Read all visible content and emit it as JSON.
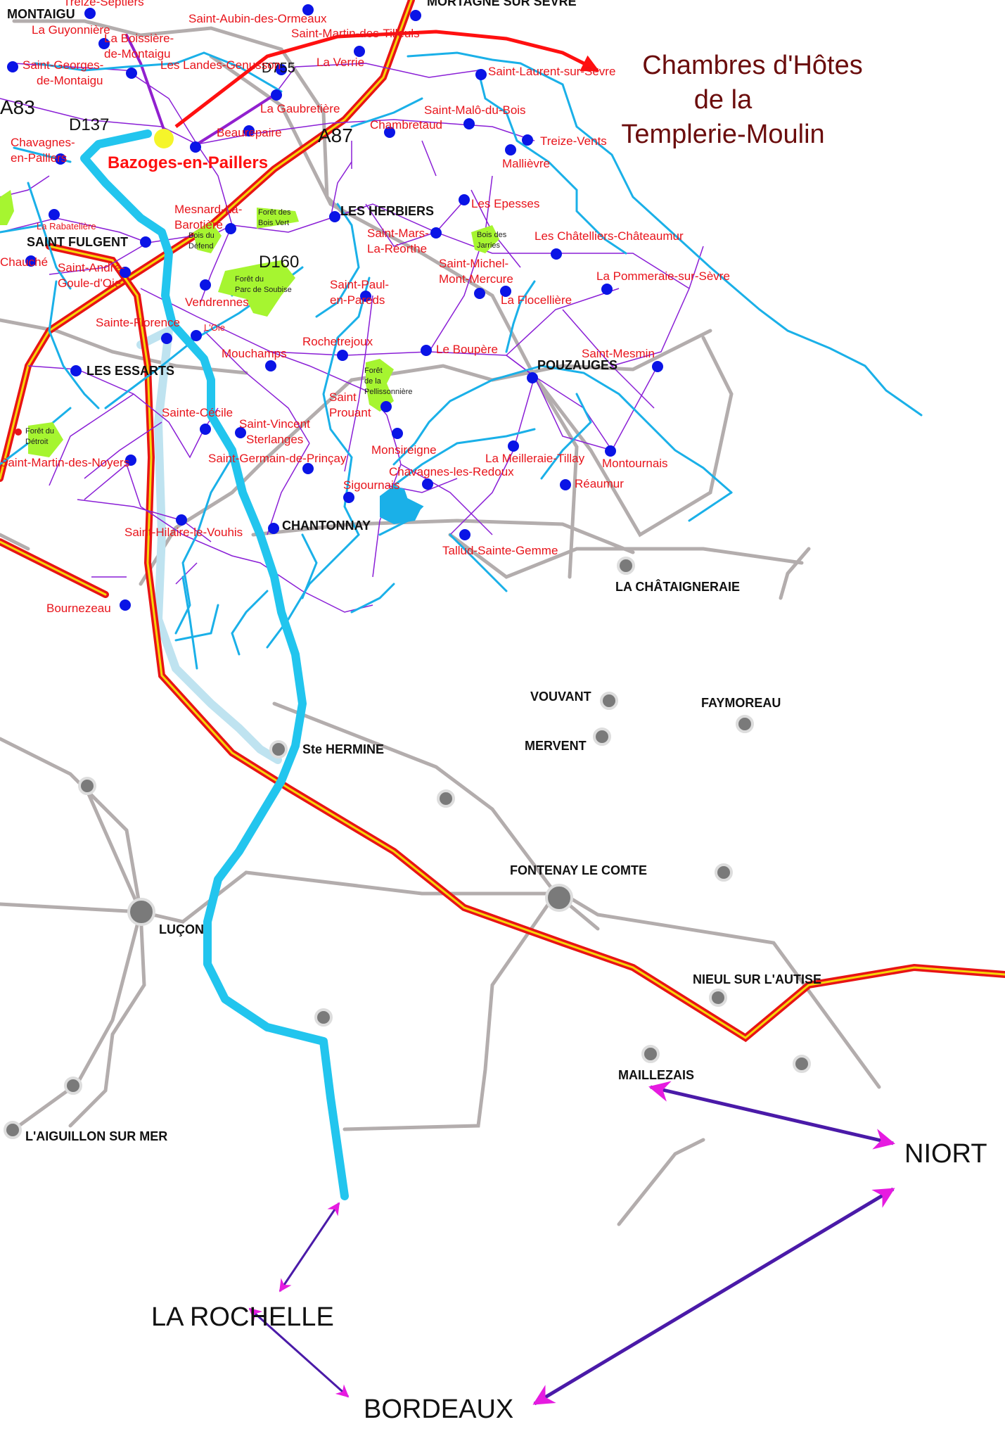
{
  "title": {
    "line1": "Chambres d'Hôtes",
    "line2": "de la",
    "line3": "Templerie-Moulin"
  },
  "start_point": "Bazoges-en-Paillers",
  "colors": {
    "village_label": "#e8141b",
    "village_dot": "#0a14e6",
    "river": "#1ab0e8",
    "route": "#22c5ee",
    "motorway_outer": "#e81414",
    "motorway_inner": "#f5d60a",
    "minor_road": "#8a1fd6",
    "main_road": "#b3adad",
    "forest": "#a6f530",
    "title": "#6b0d0d",
    "arrow": "#4a1aa8",
    "arrow_head": "#e61be0",
    "city_dot": "#7a7a7a"
  },
  "roads": [
    "A83",
    "A87",
    "D137",
    "D160",
    "D755"
  ],
  "villages": [
    "Treize-Septiers",
    "La Guyonnière",
    "La Boissière-",
    "de-Montaigu",
    "Saint-Georges-",
    "de-Montaigu",
    "Saint-Aubin-des-Ormeaux",
    "Saint-Martin-des-Tilleuls",
    "La Verrie",
    "Les Landes-Genusson",
    "Saint-Laurent-sur-Sèvre",
    "La Gaubretière",
    "Saint-Malô-du-Bois",
    "Chambretaud",
    "Beaurepaire",
    "Treize-Vents",
    "Mallièvre",
    "Chavagnes-",
    "en-Paillers",
    "Les Epesses",
    "Mesnard-La-",
    "Barotière",
    "Saint-Mars-",
    "La-Réorthe",
    "Les Châtelliers-Châteaumur",
    "La Rabatelière",
    "Chauché",
    "Saint-André-",
    "Goule-d'Oie",
    "Saint-Michel-",
    "Mont-Mercure",
    "La Pommeraie-sur-Sèvre",
    "Saint-Paul-",
    "en-Pareds",
    "La Flocellière",
    "Vendrennes",
    "Sainte-Florence",
    "L'Oie",
    "Mouchamps",
    "Rochetrejoux",
    "Le Boupère",
    "Saint-Mesmin",
    "Sainte-Cécile",
    "Saint-Vincent",
    "Sterlanges",
    "Saint",
    "Prouant",
    "Saint-Martin-des-Noyers",
    "Saint-Germain-de-Prinçay",
    "Monsireigne",
    "La Meilleraie-Tillay",
    "Montournais",
    "Chavagnes-les-Redoux",
    "Sigournais",
    "Réaumur",
    "Saint-Hilaire-le-Vouhis",
    "Tallud-Sainte-Gemme",
    "Bournezeau"
  ],
  "towns": [
    "MONTAIGU",
    "MORTAGNE SUR SEVRE",
    "LES HERBIERS",
    "SAINT FULGENT",
    "POUZAUGES",
    "LES ESSARTS",
    "CHANTONNAY",
    "LA CHÂTAIGNERAIE",
    "VOUVANT",
    "FAYMOREAU",
    "MERVENT",
    "Ste HERMINE",
    "FONTENAY LE COMTE",
    "LUÇON",
    "NIEUL SUR L'AUTISE",
    "MAILLEZAIS",
    "L'AIGUILLON SUR MER"
  ],
  "forests": [
    "Forêt des",
    "Bois Vert",
    "Bois du",
    "Défend",
    "Forêt du",
    "Parc de Soubise",
    "Bois des",
    "Jarries",
    "Forêt",
    "de la",
    "Pellissonnière",
    "Forêt du",
    "Détroit"
  ],
  "destinations": {
    "niort": "NIORT",
    "la_rochelle": "LA ROCHELLE",
    "bordeaux": "BORDEAUX"
  }
}
